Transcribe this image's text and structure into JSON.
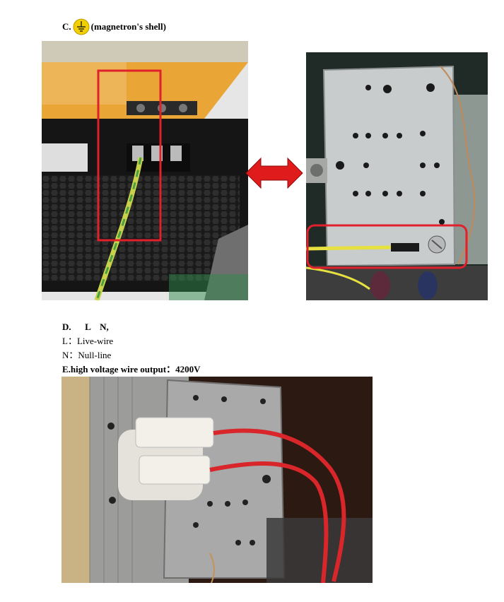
{
  "section_c": {
    "prefix": "C.",
    "icon": "ground-symbol-icon",
    "label": "(magnetron's shell)"
  },
  "section_d": {
    "heading": "D.      L    N,",
    "l_line": "L：Live-wire",
    "n_line": "N：Null-line"
  },
  "section_e": {
    "heading": "E.high voltage wire output：4200V"
  },
  "colors": {
    "highlight_box": "#e0202a",
    "arrow": "#e01b1b",
    "ground_icon_fill": "#f2d000"
  },
  "photos": [
    {
      "name": "power-supply-photo",
      "alt": "Ground wire connection on power supply"
    },
    {
      "name": "magnetron-photo",
      "alt": "Ground wire screwed to magnetron shell"
    },
    {
      "name": "transformer-photo",
      "alt": "High voltage transformer with red output wires"
    }
  ]
}
